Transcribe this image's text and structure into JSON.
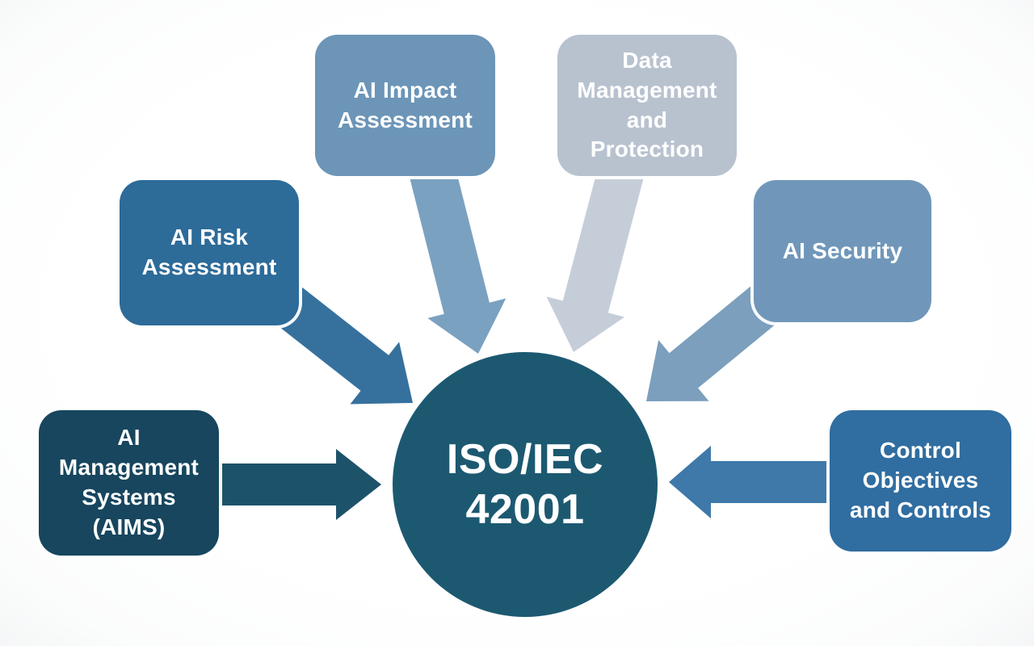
{
  "background_color": "#fefefe",
  "center": {
    "label": "ISO/IEC\n42001",
    "color": "#1c5971",
    "text_color": "#ffffff"
  },
  "nodes": [
    {
      "id": "ai-impact-assessment",
      "label": "AI Impact\nAssessment",
      "box_color": "#6c95b8",
      "arrow_color": "#7ba1c0",
      "text_color": "#ffffff"
    },
    {
      "id": "data-management-protection",
      "label": "Data\nManagement\nand\nProtection",
      "box_color": "#b8c2cf",
      "arrow_color": "#c5ced8",
      "text_color": "#ffffff"
    },
    {
      "id": "ai-risk-assessment",
      "label": "AI Risk\nAssessment",
      "box_color": "#2d6b99",
      "arrow_color": "#36719e",
      "text_color": "#ffffff"
    },
    {
      "id": "ai-security",
      "label": "AI Security",
      "box_color": "#7097ba",
      "arrow_color": "#7b9fbd",
      "text_color": "#ffffff"
    },
    {
      "id": "ai-management-systems",
      "label": "AI\nManagement\nSystems\n(AIMS)",
      "box_color": "#17465e",
      "arrow_color": "#1d526b",
      "text_color": "#ffffff"
    },
    {
      "id": "control-objectives-controls",
      "label": "Control\nObjectives\nand Controls",
      "box_color": "#306da0",
      "arrow_color": "#3e79aa",
      "text_color": "#ffffff"
    }
  ]
}
